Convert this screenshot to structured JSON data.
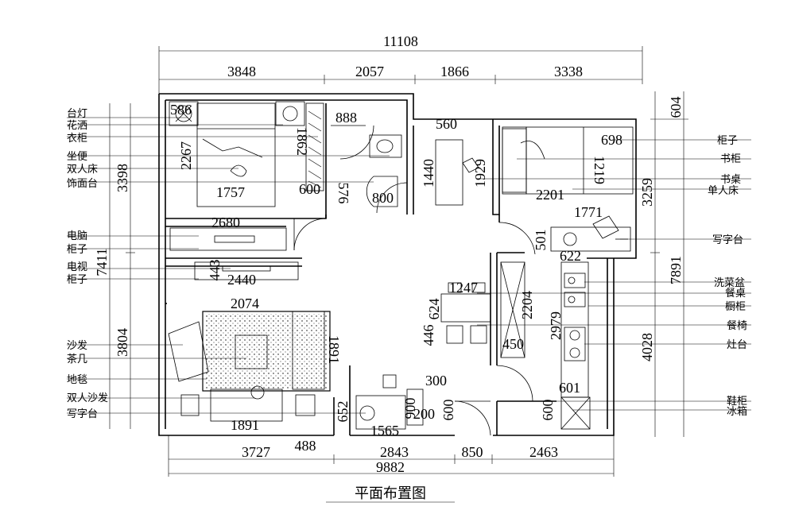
{
  "plan": {
    "title": "平面布置图",
    "top_dims": {
      "overall": "11108",
      "segments": [
        "3848",
        "2057",
        "1866",
        "3338"
      ]
    },
    "bottom_dims": {
      "overall": "9882",
      "segments": [
        "3727",
        "2843",
        "850",
        "2463"
      ],
      "extra": "488"
    },
    "left_dims": [
      "3398",
      "7411",
      "3804"
    ],
    "right_dims": [
      "604",
      "3259",
      "7891",
      "4028"
    ],
    "inner_dims": {
      "d586": "586",
      "d2267": "2267",
      "d1757": "1757",
      "d1862": "1862",
      "d600a": "600",
      "d888": "888",
      "d576": "576",
      "d800": "800",
      "d560": "560",
      "d1440": "1440",
      "d1929": "1929",
      "d698": "698",
      "d1219": "1219",
      "d2201": "2201",
      "d1771": "1771",
      "d2680": "2680",
      "d501": "501",
      "d622": "622",
      "d443": "443",
      "d2440": "2440",
      "d1247": "1247",
      "d624": "624",
      "d2204": "2204",
      "d2074": "2074",
      "d446": "446",
      "d2979": "2979",
      "d450": "450",
      "d1891a": "1891",
      "d300": "300",
      "d601": "601",
      "d652": "652",
      "d900": "900",
      "d200": "200",
      "d600b": "600",
      "d600c": "600",
      "d1891b": "1891",
      "d1565": "1565"
    },
    "left_labels": [
      "台灯",
      "花洒",
      "衣柜",
      "坐便",
      "双人床",
      "饰面台",
      "电脑",
      "柜子",
      "电视",
      "柜子",
      "沙发",
      "茶几",
      "地毯",
      "双人沙发",
      "写字台"
    ],
    "right_labels": [
      "柜子",
      "书柜",
      "书桌",
      "单人床",
      "写字台",
      "洗菜盆",
      "餐桌",
      "橱柜",
      "餐椅",
      "灶台",
      "鞋柜",
      "冰箱"
    ]
  }
}
